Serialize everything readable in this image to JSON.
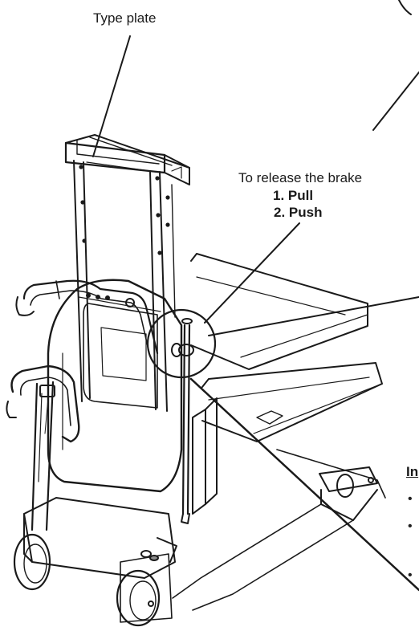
{
  "labels": {
    "type_plate": "Type plate",
    "release_brake": "To release the brake",
    "step1": "1. Pull",
    "step2": "2. Push",
    "instruction_fragment": "In"
  },
  "colors": {
    "ink": "#1a1a1a",
    "shade": "#8c8c8c",
    "light_fill": "#ffffff"
  },
  "icons": {
    "bullet": "bullet-dot"
  }
}
